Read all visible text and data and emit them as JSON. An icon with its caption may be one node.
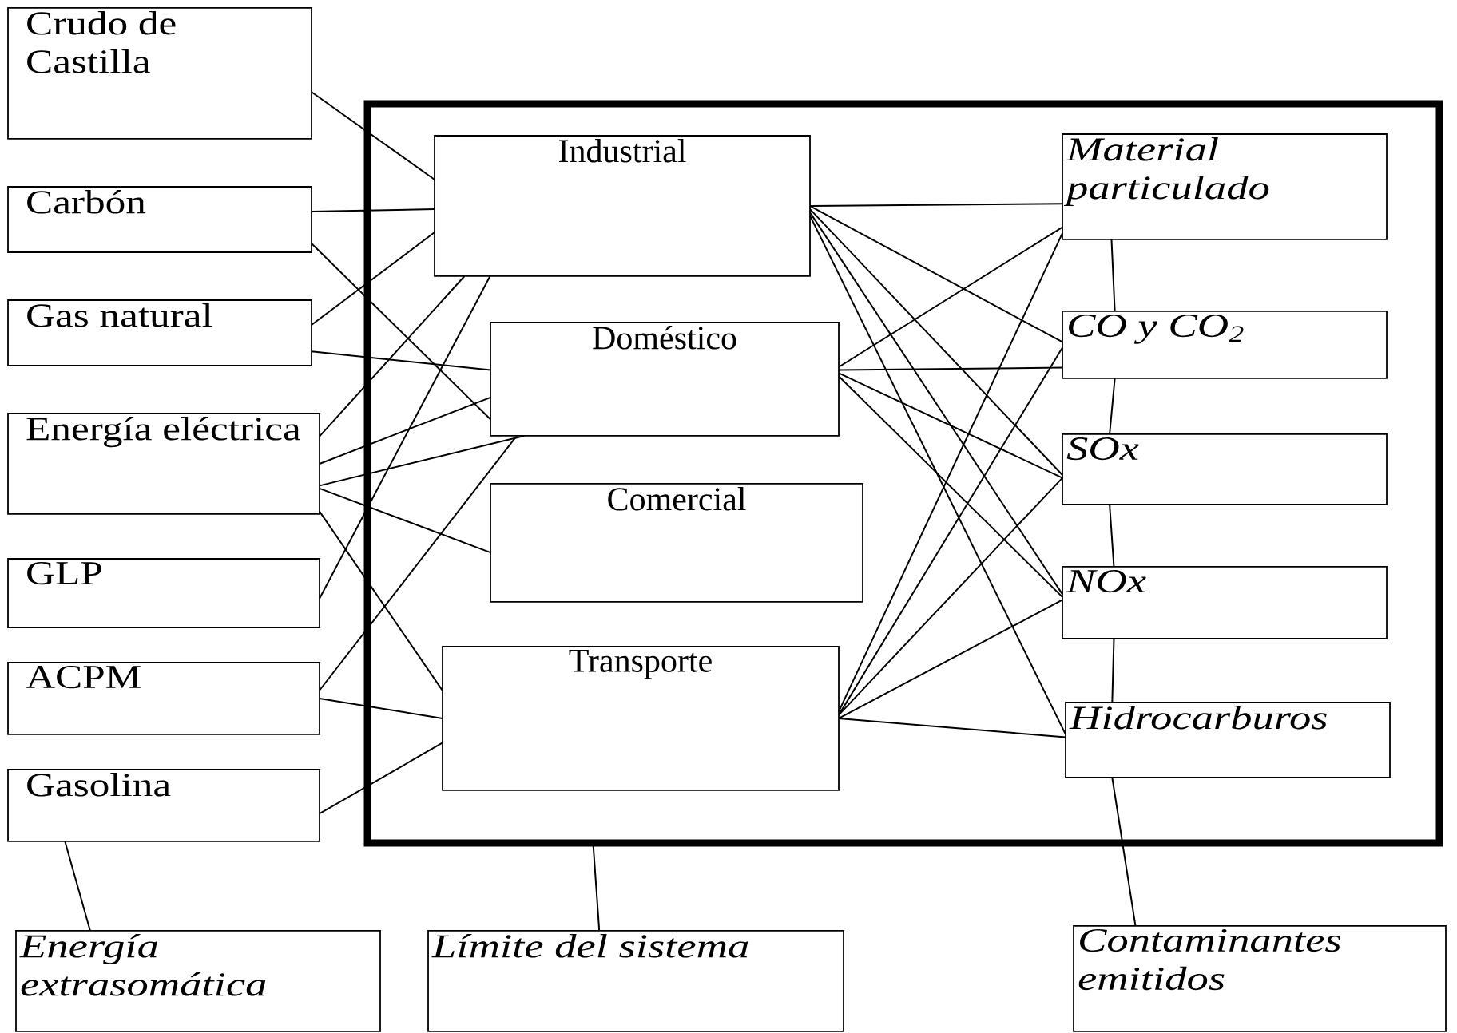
{
  "diagram": {
    "nodes": [
      {
        "text": [
          "Crudo de Castilla"
        ]
      },
      {
        "text": [
          "Carbón"
        ]
      },
      {
        "text": [
          "Gas natural"
        ]
      },
      {
        "text": [
          "Energía eléctrica"
        ]
      },
      {
        "text": [
          "GLP"
        ]
      },
      {
        "text": [
          "ACPM"
        ]
      },
      {
        "text": [
          "Gasolina"
        ]
      },
      {
        "text": [],
        "shape": "box"
      },
      {
        "text": [
          "Industrial"
        ],
        "in": 7
      },
      {
        "text": [
          "Doméstico"
        ],
        "in": 7
      },
      {
        "text": [
          "Comercial"
        ],
        "in": 7
      },
      {
        "text": [
          "Transporte"
        ],
        "in": 7
      },
      {
        "text": [
          "Material particulado"
        ],
        "in": 7
      },
      {
        "text": [
          "CO y CO$_{2}$"
        ],
        "in": 7
      },
      {
        "text": [
          "SOx"
        ],
        "in": 7
      },
      {
        "text": [
          "NOx"
        ],
        "in": 7
      },
      {
        "text": [
          "Hidrocarburos"
        ],
        "in": 7
      },
      {
        "text": [
          "Energía extrasomática"
        ]
      },
      {
        "text": [
          "Límite del sistema"
        ]
      },
      {
        "text": [
          "Contaminantes emitidos"
        ]
      }
    ],
    "edges": [
      {
        "from": 0,
        "to": 8,
        "arrow": "none"
      },
      {
        "from": 1,
        "to": 8,
        "arrow": "none"
      },
      {
        "from": 1,
        "to": 9,
        "arrow": "none"
      },
      {
        "from": 2,
        "to": 8,
        "arrow": "none"
      },
      {
        "from": 2,
        "to": 9,
        "arrow": "none"
      },
      {
        "from": 3,
        "to": 8,
        "arrow": "none"
      },
      {
        "from": 3,
        "to": 9,
        "arrow": "none"
      },
      {
        "from": 3,
        "to": 9,
        "arrow": "none"
      },
      {
        "from": 3,
        "to": 10,
        "arrow": "none"
      },
      {
        "from": 3,
        "to": 11,
        "arrow": "none"
      },
      {
        "from": 4,
        "to": 8,
        "arrow": "none"
      },
      {
        "from": 5,
        "to": 9,
        "arrow": "none"
      },
      {
        "from": 5,
        "to": 11,
        "arrow": "none"
      },
      {
        "from": 6,
        "to": 11,
        "arrow": "none"
      },
      {
        "from": 8,
        "to": 12,
        "arrow": "none"
      },
      {
        "from": 8,
        "to": 13,
        "arrow": "none"
      },
      {
        "from": 8,
        "to": 14,
        "arrow": "none"
      },
      {
        "from": 8,
        "to": 15,
        "arrow": "none"
      },
      {
        "from": 8,
        "to": 16,
        "arrow": "none"
      },
      {
        "from": 9,
        "to": 12,
        "arrow": "none"
      },
      {
        "from": 9,
        "to": 13,
        "arrow": "none"
      },
      {
        "from": 9,
        "to": 14,
        "arrow": "none"
      },
      {
        "from": 9,
        "to": 15,
        "arrow": "none"
      },
      {
        "from": 11,
        "to": 12,
        "arrow": "none"
      },
      {
        "from": 11,
        "to": 13,
        "arrow": "none"
      },
      {
        "from": 11,
        "to": 14,
        "arrow": "none"
      },
      {
        "from": 11,
        "to": 15,
        "arrow": "none"
      },
      {
        "from": 11,
        "to": 16,
        "arrow": "none"
      },
      {
        "from": 12,
        "to": 13,
        "arrow": "none"
      },
      {
        "from": 13,
        "to": 14,
        "arrow": "none"
      },
      {
        "from": 14,
        "to": 15,
        "arrow": "none"
      },
      {
        "from": 15,
        "to": 16,
        "arrow": "none"
      },
      {
        "from": 16,
        "to": 19,
        "arrow": "none"
      },
      {
        "from": 6,
        "to": 17,
        "arrow": "none"
      },
      {
        "from": 7,
        "to": 18,
        "arrow": "none"
      }
    ]
  }
}
